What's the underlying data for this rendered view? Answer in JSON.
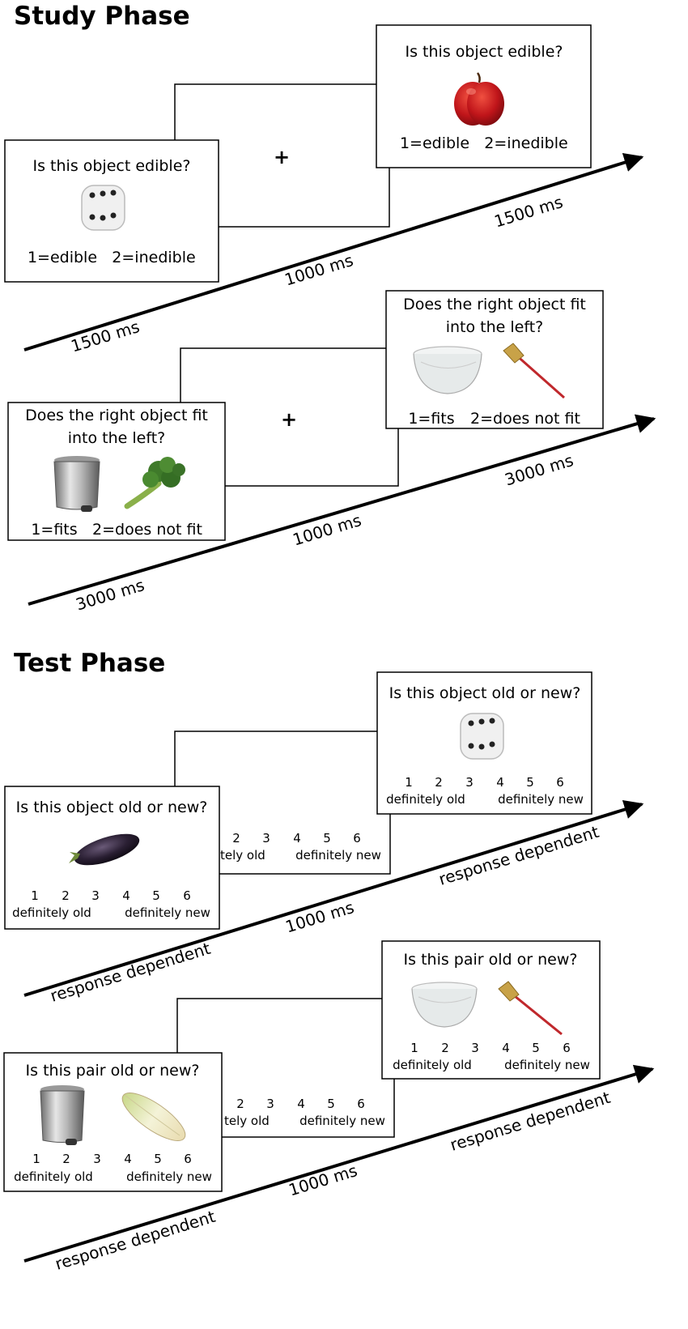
{
  "study_phase": {
    "title": "Study Phase",
    "trial1": {
      "screen1": {
        "question": "Is this object edible?",
        "object": "dice-image",
        "options": [
          "1=edible",
          "2=inedible"
        ]
      },
      "fixation": "+",
      "screen3": {
        "question": "Is this object edible?",
        "object": "apple-image",
        "options": [
          "1=edible",
          "2=inedible"
        ]
      },
      "durations": [
        "1500 ms",
        "1000 ms",
        "1500 ms"
      ]
    },
    "trial2": {
      "screen1": {
        "question_line1": "Does the right object fit",
        "question_line2": "into the left?",
        "objects": [
          "trash-can-image",
          "broccoli-image"
        ],
        "options": [
          "1=fits",
          "2=does not fit"
        ]
      },
      "fixation": "+",
      "screen3": {
        "question_line1": "Does the right object fit",
        "question_line2": "into the left?",
        "objects": [
          "bowl-image",
          "flyswatter-image"
        ],
        "options": [
          "1=fits",
          "2=does not fit"
        ]
      },
      "durations": [
        "3000 ms",
        "1000 ms",
        "3000 ms"
      ]
    }
  },
  "test_phase": {
    "title": "Test Phase",
    "scale": {
      "numbers": [
        "1",
        "2",
        "3",
        "4",
        "5",
        "6"
      ],
      "left_label": "definitely old",
      "right_label": "definitely new"
    },
    "middle_partial": {
      "numbers": [
        "2",
        "3",
        "4",
        "5",
        "6"
      ],
      "left_label": "tely old",
      "right_label": "definitely new"
    },
    "trial1": {
      "screen1": {
        "question": "Is this object old or new?",
        "object": "eggplant-image"
      },
      "screen3": {
        "question": "Is this object old or new?",
        "object": "dice-image"
      },
      "durations": [
        "response dependent",
        "1000 ms",
        "response dependent"
      ]
    },
    "trial2": {
      "screen1": {
        "question": "Is this pair old or new?",
        "objects": [
          "trash-can-image",
          "endive-image"
        ]
      },
      "screen3": {
        "question": "Is this pair old or new?",
        "objects": [
          "bowl-image",
          "flyswatter-image"
        ]
      },
      "durations": [
        "response dependent",
        "1000 ms",
        "response dependent"
      ]
    }
  }
}
